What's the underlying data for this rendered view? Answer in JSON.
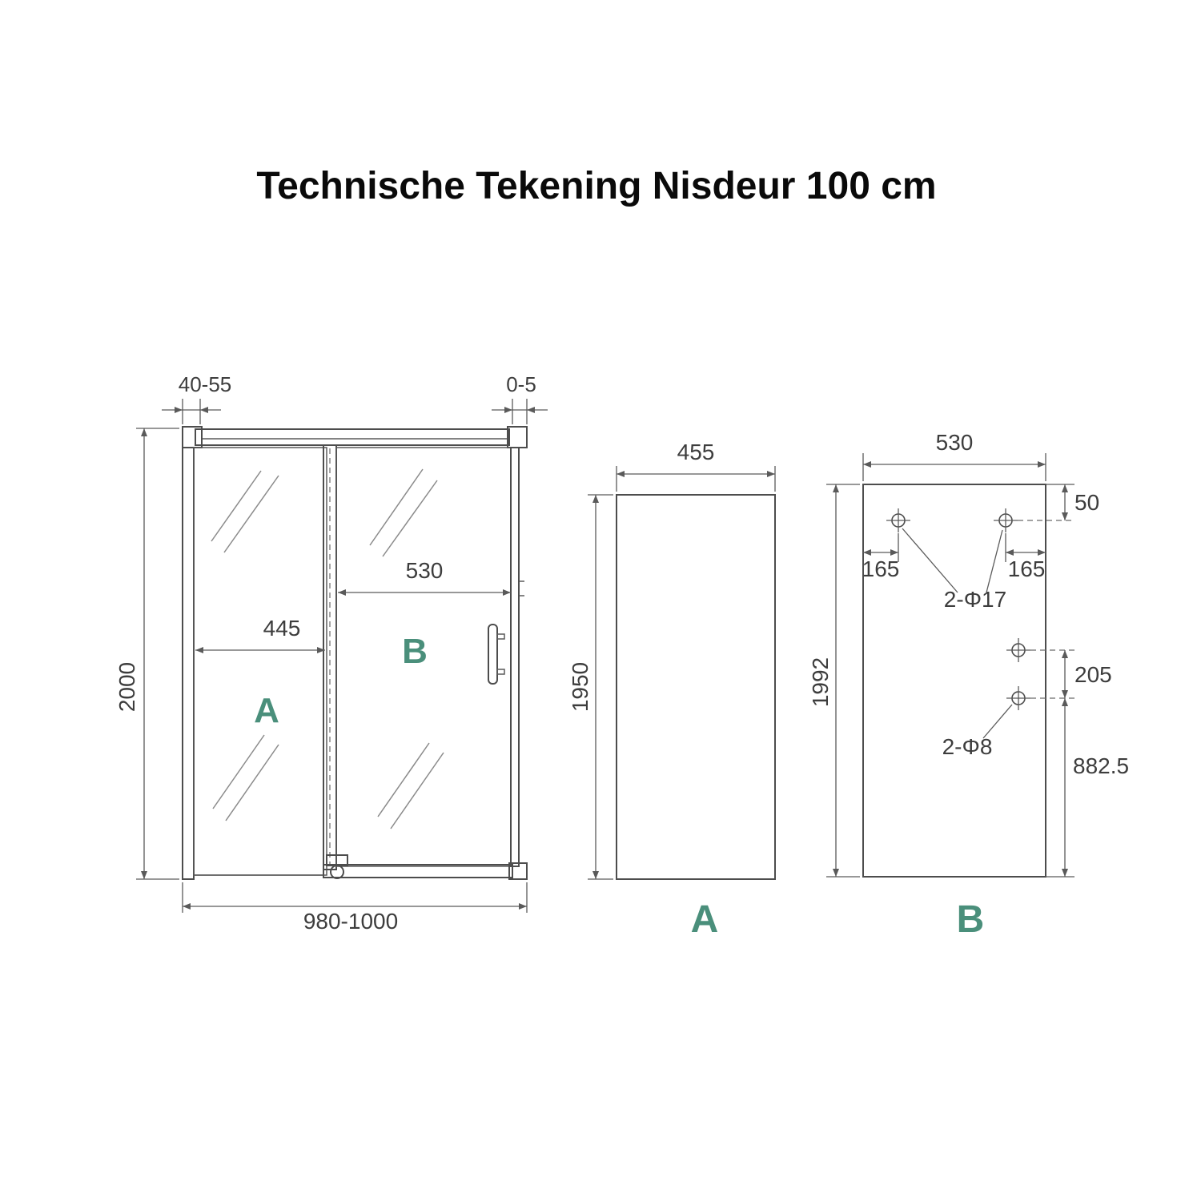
{
  "title": "Technische Tekening Nisdeur 100 cm",
  "colors": {
    "line": "#4d4d4d",
    "dimension": "#5a5a5a",
    "text": "#3d3d3d",
    "accent_teal": "#4a8f7b"
  },
  "front_view": {
    "dim_wall_adjustment": "40-55",
    "dim_recess_gap": "0-5",
    "dim_height": "2000",
    "dim_sliding_panel_width": "530",
    "dim_fixed_panel_width": "445",
    "dim_total_width": "980-1000",
    "panel_a_label": "A",
    "panel_b_label": "B"
  },
  "panel_a_view": {
    "dim_width": "455",
    "dim_height": "1950",
    "label": "A"
  },
  "panel_b_view": {
    "dim_width": "530",
    "dim_height": "1992",
    "dim_hole_top_offset": "50",
    "dim_hole_left_offset": "165",
    "dim_hole_right_offset": "165",
    "holes_top_diameter_label": "2-Φ17",
    "dim_hole_spacing": "205",
    "dim_hole_bottom_offset": "882.5",
    "holes_bottom_diameter_label": "2-Φ8",
    "label": "B"
  }
}
